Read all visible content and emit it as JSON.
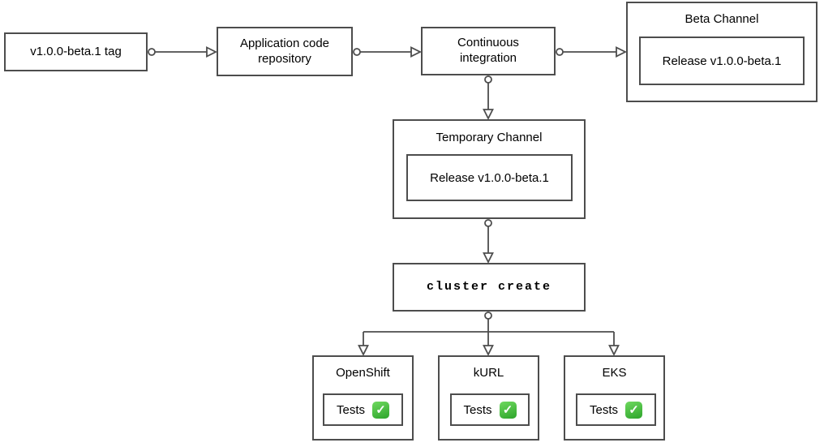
{
  "nodes": {
    "tag": {
      "label": "v1.0.0-beta.1 tag"
    },
    "repo": {
      "label": "Application code repository"
    },
    "ci": {
      "label": "Continuous integration"
    },
    "beta_channel": {
      "title": "Beta Channel",
      "release": "Release v1.0.0-beta.1"
    },
    "temp_channel": {
      "title": "Temporary Channel",
      "release": "Release v1.0.0-beta.1"
    },
    "cluster_create": {
      "label": "cluster create"
    },
    "clusters": [
      {
        "title": "OpenShift",
        "tests_label": "Tests"
      },
      {
        "title": "kURL",
        "tests_label": "Tests"
      },
      {
        "title": "EKS",
        "tests_label": "Tests"
      }
    ]
  },
  "icons": {
    "check_glyph": "✓"
  },
  "colors": {
    "border": "#4d4d4d",
    "check_green": "#2da42b",
    "text": "#000000",
    "background": "#ffffff"
  }
}
